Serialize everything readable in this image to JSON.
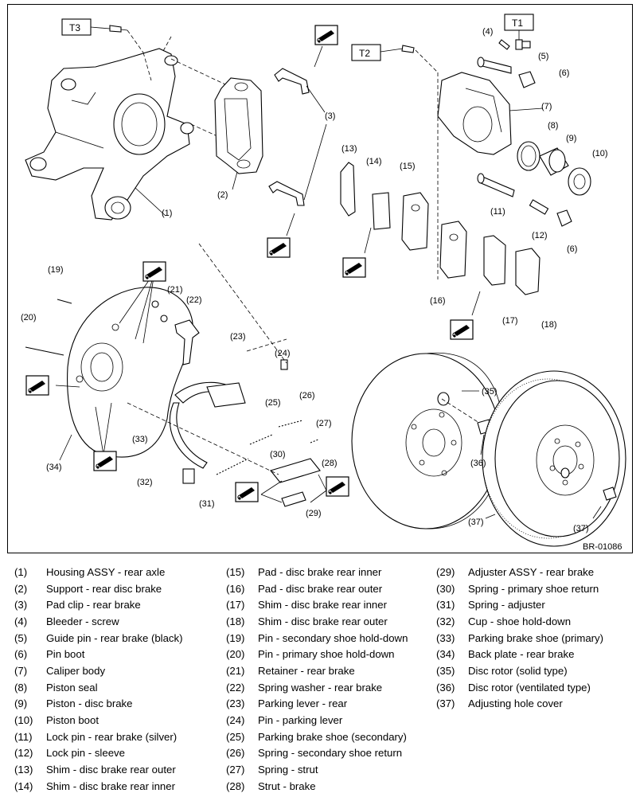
{
  "diagram": {
    "ref_code": "BR-01086",
    "torque_tags": [
      "T1",
      "T2",
      "T3"
    ],
    "callouts": [
      "(1)",
      "(2)",
      "(3)",
      "(4)",
      "(5)",
      "(6)",
      "(7)",
      "(8)",
      "(9)",
      "(10)",
      "(11)",
      "(12)",
      "(6)",
      "(13)",
      "(14)",
      "(15)",
      "(16)",
      "(17)",
      "(18)",
      "(19)",
      "(20)",
      "(21)",
      "(22)",
      "(23)",
      "(24)",
      "(25)",
      "(26)",
      "(27)",
      "(28)",
      "(29)",
      "(30)",
      "(31)",
      "(32)",
      "(33)",
      "(34)",
      "(35)",
      "(36)",
      "(37)",
      "(37)"
    ]
  },
  "legend": [
    [
      {
        "num": "(1)",
        "name": "Housing ASSY - rear axle"
      },
      {
        "num": "(2)",
        "name": "Support - rear disc brake"
      },
      {
        "num": "(3)",
        "name": "Pad clip - rear brake"
      },
      {
        "num": "(4)",
        "name": "Bleeder - screw"
      },
      {
        "num": "(5)",
        "name": "Guide pin - rear brake (black)"
      },
      {
        "num": "(6)",
        "name": "Pin boot"
      },
      {
        "num": "(7)",
        "name": "Caliper body"
      },
      {
        "num": "(8)",
        "name": "Piston seal"
      },
      {
        "num": "(9)",
        "name": "Piston - disc brake"
      },
      {
        "num": "(10)",
        "name": "Piston boot"
      },
      {
        "num": "(11)",
        "name": "Lock pin - rear brake (silver)"
      },
      {
        "num": "(12)",
        "name": "Lock pin - sleeve"
      },
      {
        "num": "(13)",
        "name": "Shim - disc brake rear outer"
      },
      {
        "num": "(14)",
        "name": "Shim - disc brake rear inner"
      }
    ],
    [
      {
        "num": "(15)",
        "name": "Pad - disc brake rear inner"
      },
      {
        "num": "(16)",
        "name": "Pad - disc brake rear outer"
      },
      {
        "num": "(17)",
        "name": "Shim - disc brake rear inner"
      },
      {
        "num": "(18)",
        "name": "Shim - disc brake rear outer"
      },
      {
        "num": "(19)",
        "name": "Pin - secondary shoe hold-down"
      },
      {
        "num": "(20)",
        "name": "Pin - primary shoe hold-down"
      },
      {
        "num": "(21)",
        "name": "Retainer - rear brake"
      },
      {
        "num": "(22)",
        "name": "Spring washer - rear brake"
      },
      {
        "num": "(23)",
        "name": "Parking lever - rear"
      },
      {
        "num": "(24)",
        "name": "Pin - parking lever"
      },
      {
        "num": "(25)",
        "name": "Parking brake shoe (secondary)"
      },
      {
        "num": "(26)",
        "name": "Spring - secondary shoe return"
      },
      {
        "num": "(27)",
        "name": "Spring - strut"
      },
      {
        "num": "(28)",
        "name": "Strut - brake"
      }
    ],
    [
      {
        "num": "(29)",
        "name": "Adjuster ASSY - rear brake"
      },
      {
        "num": "(30)",
        "name": "Spring - primary shoe return"
      },
      {
        "num": "(31)",
        "name": "Spring - adjuster"
      },
      {
        "num": "(32)",
        "name": "Cup - shoe hold-down"
      },
      {
        "num": "(33)",
        "name": "Parking brake shoe (primary)"
      },
      {
        "num": "(34)",
        "name": "Back plate - rear brake"
      },
      {
        "num": "(35)",
        "name": "Disc rotor (solid type)"
      },
      {
        "num": "(36)",
        "name": "Disc rotor (ventilated type)"
      },
      {
        "num": "(37)",
        "name": "Adjusting hole cover"
      }
    ]
  ]
}
